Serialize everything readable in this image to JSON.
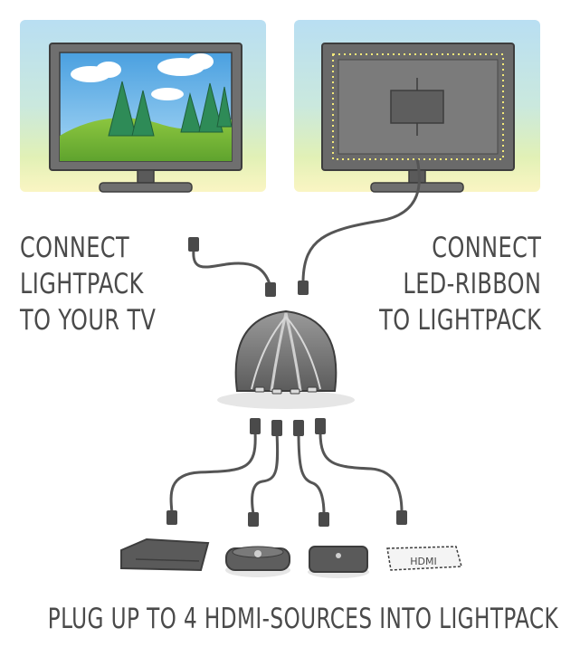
{
  "labels": {
    "left": [
      "CONNECT",
      "LIGHTPACK",
      "TO YOUR TV"
    ],
    "right": [
      "CONNECT",
      "LED-RIBBON",
      "TO LIGHTPACK"
    ],
    "bottom": "PLUG UP TO 4 HDMI-SOURCES INTO LIGHTPACK",
    "hdmi_stick": "HDMI"
  },
  "colors": {
    "outline": "#3d3d3d",
    "tv_body": "#6f6f6f",
    "hub": "#7a7a7a",
    "sky": "#5aa9e6",
    "grass": "#8cc63f",
    "tree": "#2e8b57",
    "glow_blue": "#7fc4e8",
    "glow_green": "#b9e07a",
    "glow_yellow": "#f3e97a"
  },
  "icons": [
    "tv-with-landscape",
    "tv-back-with-led-ribbon",
    "lightpack-hub",
    "hdmi-cable",
    "game-console",
    "media-player",
    "streaming-box",
    "hdmi-stick"
  ]
}
